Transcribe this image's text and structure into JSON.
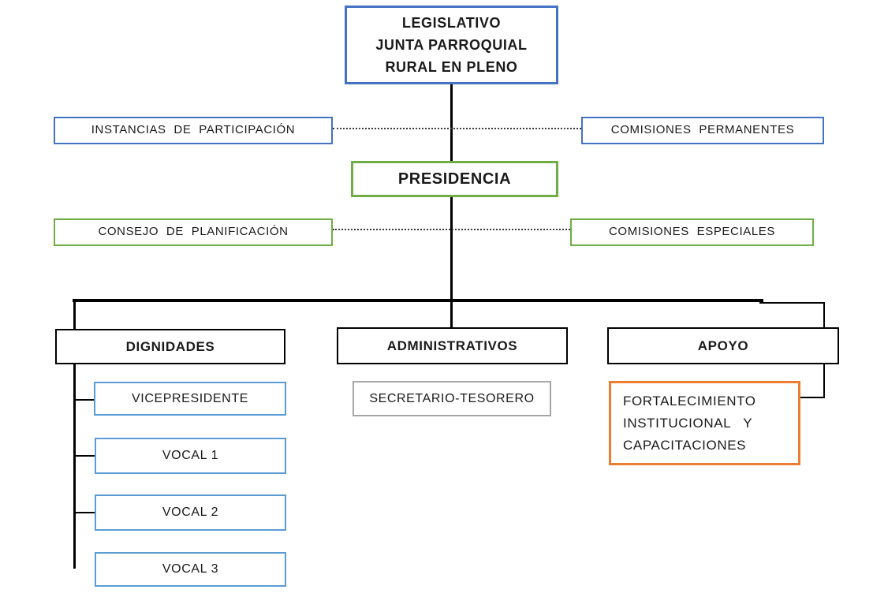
{
  "diagram": {
    "type": "org-chart",
    "title": "Estructura orgánica - Junta Parroquial Rural",
    "colors": {
      "blue": "#4472C4",
      "light_blue": "#5B9BD5",
      "green": "#70AD47",
      "orange": "#ED7D31",
      "gray": "#A6A6A6",
      "black": "#000000",
      "connector": "#000000",
      "dotted_connector": "#3a3a3a"
    }
  },
  "nodes": {
    "legislativo": {
      "label": "LEGISLATIVO\nJUNTA PARROQUIAL\nRURAL EN PLENO",
      "border_color": "#4472C4",
      "bold": true
    },
    "instancias": {
      "label": "INSTANCIAS DE PARTICIPACIÓN",
      "border_color": "#4472C4",
      "bold": false
    },
    "comisiones_permanentes": {
      "label": "COMISIONES PERMANENTES",
      "border_color": "#4472C4",
      "bold": false
    },
    "presidencia": {
      "label": "PRESIDENCIA",
      "border_color": "#70AD47",
      "bold": true
    },
    "consejo_planificacion": {
      "label": "CONSEJO DE PLANIFICACIÓN",
      "border_color": "#70AD47",
      "bold": false
    },
    "comisiones_especiales": {
      "label": "COMISIONES ESPECIALES",
      "border_color": "#70AD47",
      "bold": false
    },
    "dignidades": {
      "label": "DIGNIDADES",
      "border_color": "#000000",
      "bold": true
    },
    "administrativos": {
      "label": "ADMINISTRATIVOS",
      "border_color": "#000000",
      "bold": true
    },
    "apoyo": {
      "label": "APOYO",
      "border_color": "#000000",
      "bold": true
    },
    "vicepresidente": {
      "label": "VICEPRESIDENTE",
      "border_color": "#5B9BD5",
      "bold": false
    },
    "secretario_tesorero": {
      "label": "SECRETARIO-TESORERO",
      "border_color": "#A6A6A6",
      "bold": false
    },
    "fortalecimiento": {
      "label": "FORTALECIMIENTO\nINSTITUCIONAL   Y\nCAPACITACIONES",
      "border_color": "#ED7D31",
      "bold": false
    },
    "vocal1": {
      "label": "VOCAL 1",
      "border_color": "#5B9BD5",
      "bold": false
    },
    "vocal2": {
      "label": "VOCAL 2",
      "border_color": "#5B9BD5",
      "bold": false
    },
    "vocal3": {
      "label": "VOCAL 3",
      "border_color": "#5B9BD5",
      "bold": false
    }
  },
  "edges": [
    {
      "from": "legislativo",
      "to": "presidencia",
      "style": "solid"
    },
    {
      "from": "instancias",
      "to": "comisiones_permanentes",
      "style": "dotted"
    },
    {
      "from": "consejo_planificacion",
      "to": "comisiones_especiales",
      "style": "dotted"
    },
    {
      "from": "presidencia",
      "to": "dignidades",
      "style": "solid"
    },
    {
      "from": "presidencia",
      "to": "administrativos",
      "style": "solid"
    },
    {
      "from": "presidencia",
      "to": "apoyo",
      "style": "solid"
    },
    {
      "from": "dignidades",
      "to": "vicepresidente",
      "style": "solid"
    },
    {
      "from": "dignidades",
      "to": "vocal1",
      "style": "solid"
    },
    {
      "from": "dignidades",
      "to": "vocal2",
      "style": "solid"
    },
    {
      "from": "dignidades",
      "to": "vocal3",
      "style": "solid"
    },
    {
      "from": "apoyo",
      "to": "fortalecimiento",
      "style": "solid"
    }
  ]
}
